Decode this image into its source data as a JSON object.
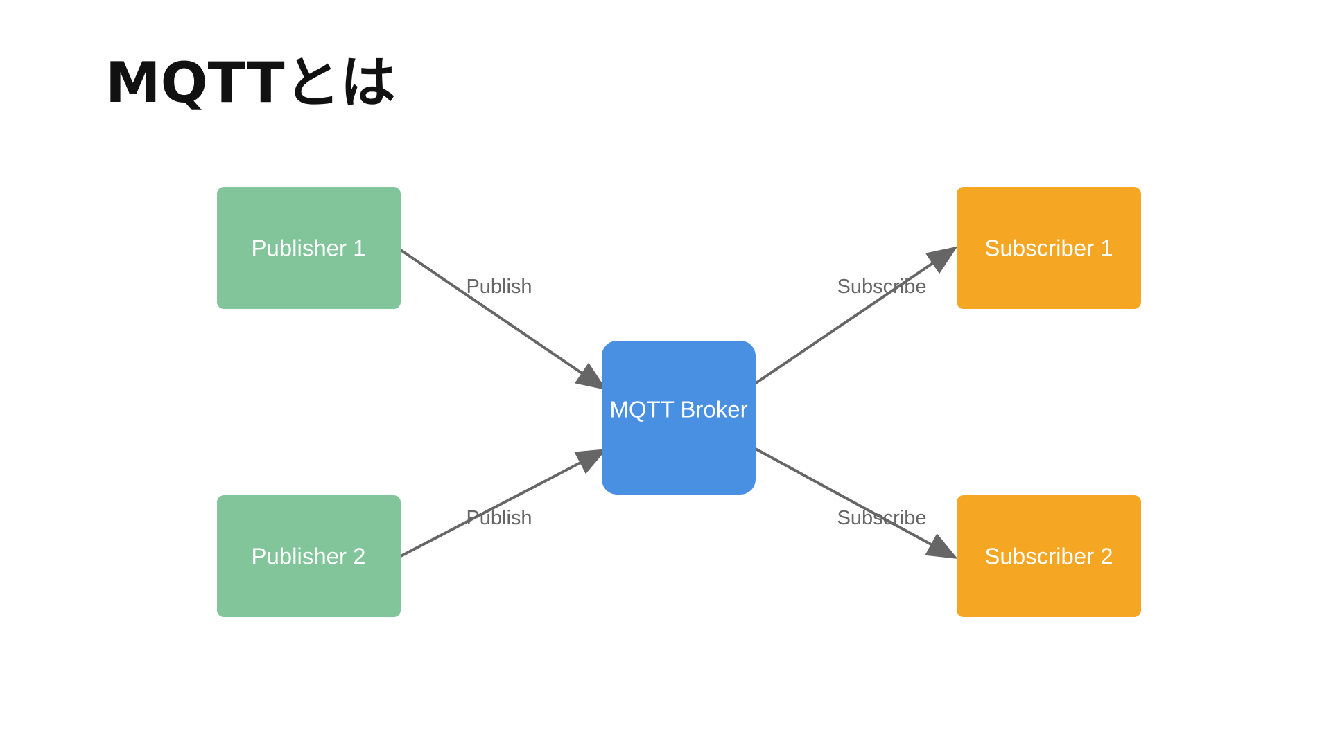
{
  "title": "MQTTとは",
  "colors": {
    "publisher": "#82c59a",
    "broker": "#4a90e2",
    "subscriber": "#f5a623",
    "edge": "#666666",
    "title": "#111111"
  },
  "nodes": {
    "publisher1": {
      "label": "Publisher 1"
    },
    "publisher2": {
      "label": "Publisher 2"
    },
    "broker": {
      "label": "MQTT Broker"
    },
    "subscriber1": {
      "label": "Subscriber 1"
    },
    "subscriber2": {
      "label": "Subscriber 2"
    }
  },
  "edges": [
    {
      "from": "publisher1",
      "to": "broker",
      "label": "Publish"
    },
    {
      "from": "publisher2",
      "to": "broker",
      "label": "Publish"
    },
    {
      "from": "broker",
      "to": "subscriber1",
      "label": "Subscribe"
    },
    {
      "from": "broker",
      "to": "subscriber2",
      "label": "Subscribe"
    }
  ]
}
